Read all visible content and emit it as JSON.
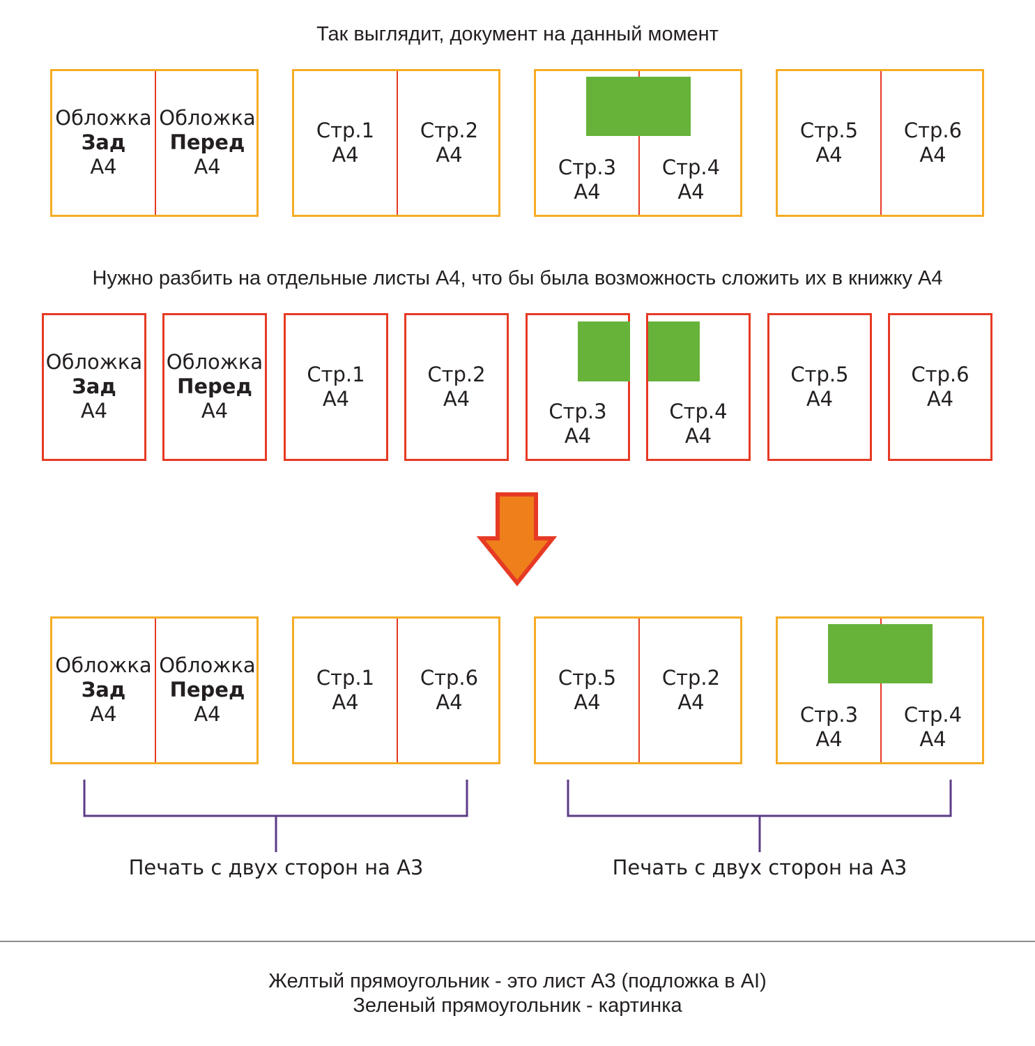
{
  "colors": {
    "a3_sheet": "#f5ac25",
    "a4_sheet": "#e63a24",
    "fold_line": "#e63a24",
    "picture": "#67b33a",
    "bracket": "#5c3b86",
    "arrow_fill": "#ef7f1a",
    "arrow_stroke": "#e63a24"
  },
  "section1": {
    "title": "Так выглядит, документ на данный момент",
    "sheets": [
      {
        "left": {
          "l1": "Обложка",
          "l2": "Зад",
          "l3": "А4"
        },
        "right": {
          "l1": "Обложка",
          "l2": "Перед",
          "l3": "А4"
        }
      },
      {
        "left": {
          "l1": "Стр.1",
          "l3": "А4"
        },
        "right": {
          "l1": "Стр.2",
          "l3": "А4"
        }
      },
      {
        "left": {
          "l1": "Стр.3",
          "l3": "А4"
        },
        "right": {
          "l1": "Стр.4",
          "l3": "А4"
        }
      },
      {
        "left": {
          "l1": "Стр.5",
          "l3": "А4"
        },
        "right": {
          "l1": "Стр.6",
          "l3": "А4"
        }
      }
    ]
  },
  "section2": {
    "title": "Нужно разбить на отдельные листы А4, что бы была возможность сложить их в книжку А4",
    "sheets": [
      {
        "l1": "Обложка",
        "l2": "Зад",
        "l3": "А4"
      },
      {
        "l1": "Обложка",
        "l2": "Перед",
        "l3": "А4"
      },
      {
        "l1": "Стр.1",
        "l3": "А4"
      },
      {
        "l1": "Стр.2",
        "l3": "А4"
      },
      {
        "l1": "Стр.3",
        "l3": "А4"
      },
      {
        "l1": "Стр.4",
        "l3": "А4"
      },
      {
        "l1": "Стр.5",
        "l3": "А4"
      },
      {
        "l1": "Стр.6",
        "l3": "А4"
      }
    ]
  },
  "section3": {
    "sheets": [
      {
        "left": {
          "l1": "Обложка",
          "l2": "Зад",
          "l3": "А4"
        },
        "right": {
          "l1": "Обложка",
          "l2": "Перед",
          "l3": "А4"
        }
      },
      {
        "left": {
          "l1": "Стр.1",
          "l3": "А4"
        },
        "right": {
          "l1": "Стр.6",
          "l3": "А4"
        }
      },
      {
        "left": {
          "l1": "Стр.5",
          "l3": "А4"
        },
        "right": {
          "l1": "Стр.2",
          "l3": "А4"
        }
      },
      {
        "left": {
          "l1": "Стр.3",
          "l3": "А4"
        },
        "right": {
          "l1": "Стр.4",
          "l3": "А4"
        }
      }
    ],
    "print_notes": [
      "Печать с двух сторон на А3",
      "Печать с двух сторон на А3"
    ]
  },
  "footer": {
    "line1": "Желтый прямоугольник - это лист А3 (подложка в AI)",
    "line2": "Зеленый прямоугольник  - картинка"
  }
}
